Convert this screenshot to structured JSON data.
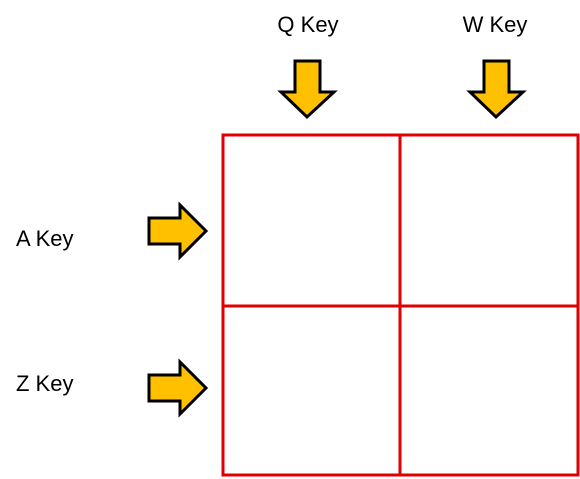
{
  "labels": {
    "top_left": "Q Key",
    "top_right": "W Key",
    "side_top": "A Key",
    "side_bottom": "Z Key"
  },
  "colors": {
    "arrow_fill": "#FFC000",
    "arrow_stroke": "#000000",
    "grid_stroke": "#E00000",
    "background": "#FFFFFF"
  },
  "icons": {
    "column_arrow": "arrow-down-icon",
    "row_arrow": "arrow-right-icon"
  },
  "grid": {
    "rows": 2,
    "columns": 2
  }
}
